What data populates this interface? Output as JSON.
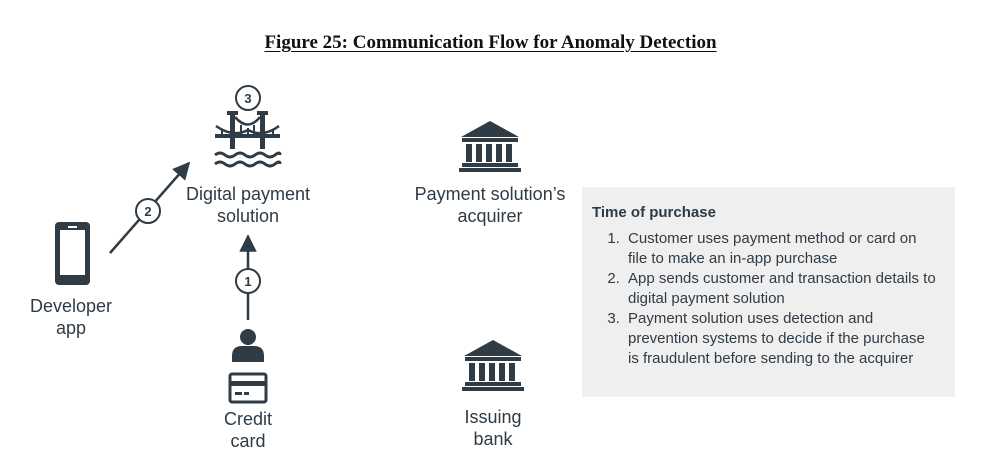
{
  "figure": {
    "title": "Figure 25: Communication Flow for Anomaly Detection"
  },
  "nodes": {
    "digital_payment": {
      "line1": "Digital payment",
      "line2": "solution",
      "icon": "bridge-icon"
    },
    "acquirer": {
      "line1": "Payment solution’s",
      "line2": "acquirer",
      "icon": "bank-icon"
    },
    "developer_app": {
      "line1": "Developer",
      "line2": "app",
      "icon": "smartphone-icon"
    },
    "credit_card": {
      "line1": "Credit",
      "line2": "card",
      "icon": "credit-card-icon"
    },
    "issuing_bank": {
      "line1": "Issuing",
      "line2": "bank",
      "icon": "bank-icon"
    },
    "customer": {
      "icon": "person-icon"
    }
  },
  "steps": [
    "1",
    "2",
    "3"
  ],
  "panel": {
    "title": "Time of purchase",
    "items": [
      "Customer uses payment method or card on file to make an in-app purchase",
      "App sends customer and transaction details to digital payment solution",
      "Payment solution uses detection and prevention systems to decide if the purchase is fraudulent before sending to the acquirer"
    ]
  },
  "colors": {
    "icon": "#2f3b45",
    "panel_bg": "#efefef"
  }
}
